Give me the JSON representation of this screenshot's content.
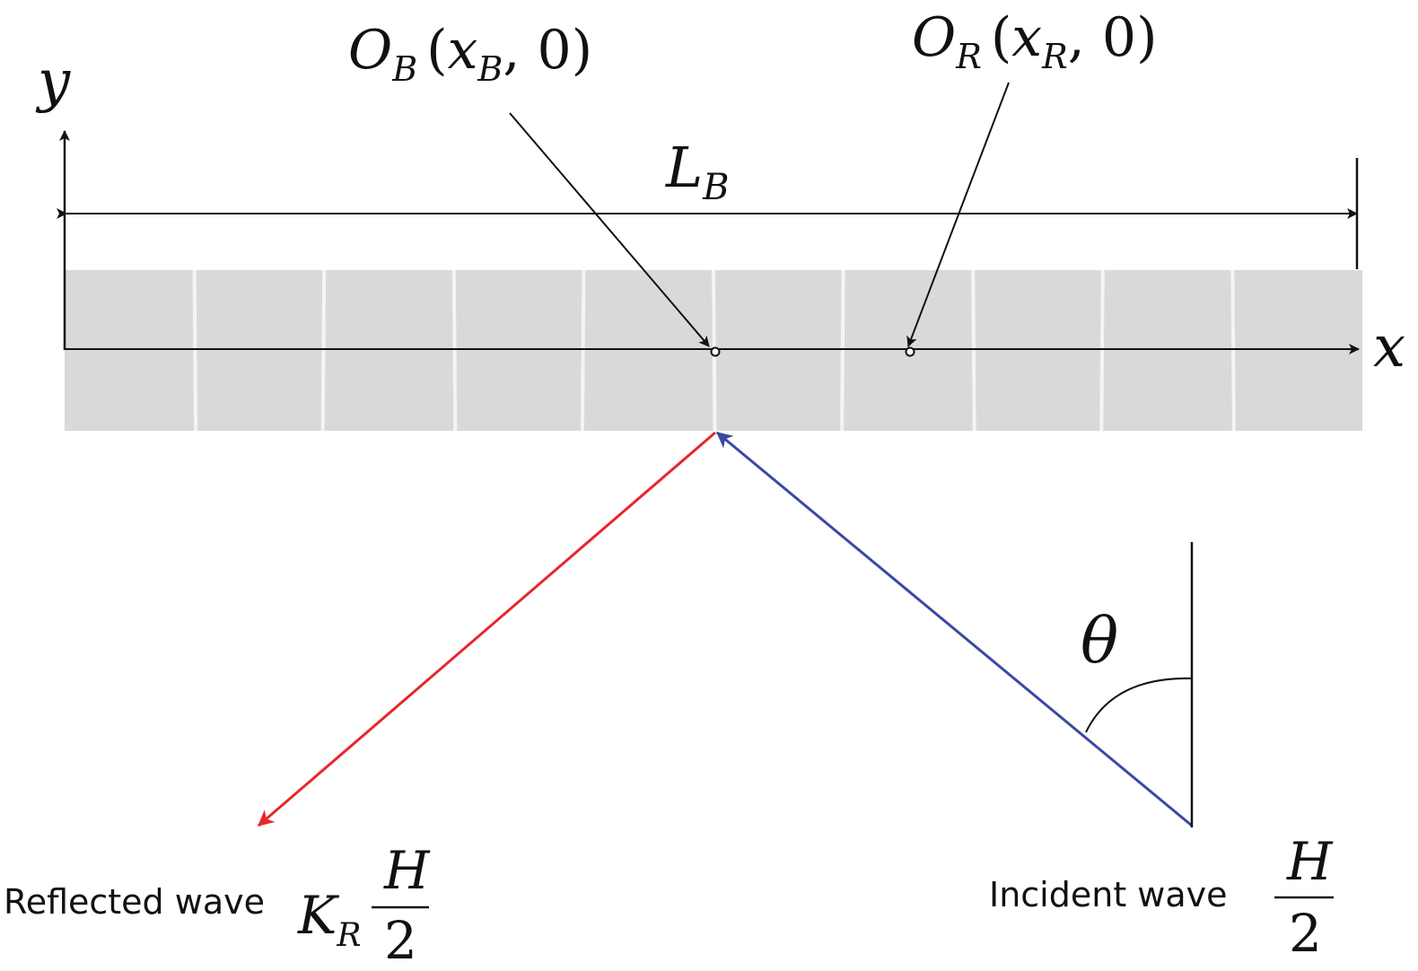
{
  "labels": {
    "y_axis": "y",
    "x_axis": "x",
    "length": {
      "main": "L",
      "sub": "B"
    },
    "point_b": {
      "main": "O",
      "sub": "B",
      "coord_x": "x",
      "coord_sub": "B",
      "coord_y": "0"
    },
    "point_r": {
      "main": "O",
      "sub": "R",
      "coord_x": "x",
      "coord_sub": "R",
      "coord_y": "0"
    },
    "angle": "θ",
    "reflected": {
      "text": "Reflected wave",
      "coef": "K",
      "coef_sub": "R",
      "num": "H",
      "den": "2"
    },
    "incident": {
      "text": "Incident wave",
      "num": "H",
      "den": "2"
    }
  },
  "colors": {
    "breakwater": "#d9d9d9",
    "reflected_ray": "#e8262b",
    "incident_ray": "#3a48a3",
    "ink": "#111111"
  }
}
